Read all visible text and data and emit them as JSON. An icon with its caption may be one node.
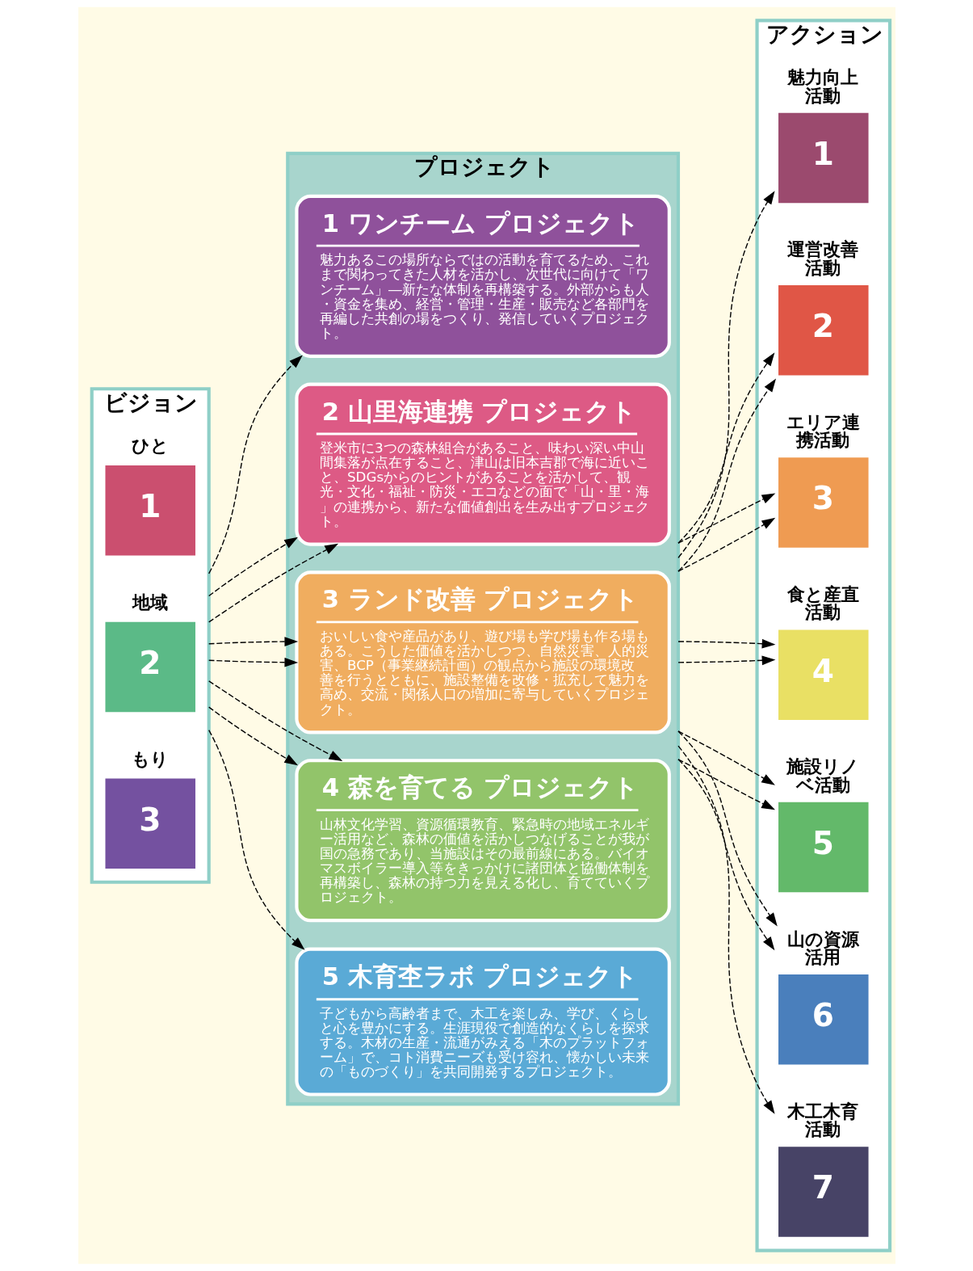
{
  "diagram": {
    "nodes": [
      {
        "text": [
          "ビジョン"
        ]
      },
      {
        "text": [
          "ひと",
          "1"
        ],
        "in": 0
      },
      {
        "text": [
          "地域",
          "2"
        ],
        "in": 0
      },
      {
        "text": [
          "もり",
          "3"
        ],
        "in": 0
      },
      {
        "text": [
          "プロジェクト"
        ]
      },
      {
        "text": [
          "1 ワンチーム プロジェクト",
          "魅力あるこの場所ならではの活動を育てるため、これまで関わってきた人材を活かし、次世代に向けて「ワンチーム」―新たな体制を再構築する。外部からも人・資金を集め、経営・管理・生産・販売など各部門を再編した共創の場をつくり、発信していくプロジェクト。"
        ],
        "in": 4
      },
      {
        "text": [
          "2 山里海連携 プロジェクト",
          "登米市に3つの森林組合があること、味わい深い中山間集落が点在すること、津山は旧本吉郡で海に近いこと、SDGsからのヒントがあることを活かして、観光・文化・福祉・防災・エコなどの面で「山・里・海」の連携から、新たな価値創出を生み出すプロジェクト。"
        ],
        "in": 4
      },
      {
        "text": [
          "3 ランド改善 プロジェクト",
          "おいしい食や産品があり、遊び場も学び場も作る場もある。こうした価値を活かしつつ、自然災害、人的災害、BCP（事業継続計画）の観点から施設の環境改善を行うとともに、施設整備を改修・拡充して魅力を高め、交流・関係人口の増加に寄与していくプロジェクト。"
        ],
        "in": 4
      },
      {
        "text": [
          "4 森を育てる プロジェクト",
          "山林文化学習、資源循環教育、緊急時の地域エネルギー活用など、森林の価値を活かしつなげることが我が国の急務であり、当施設はその最前線にある。バイオマスボイラー導入等をきっかけに諸団体と協働体制を再構築し、森林の持つ力を見える化し、育てていくプロジェクト。"
        ],
        "in": 4
      },
      {
        "text": [
          "5 木育杢ラボ プロジェクト",
          "子どもから高齢者まで、木工を楽しみ、学び、くらしと心を豊かにする。生涯現役で創造的なくらしを探求する。木材の生産・流通がみえる「木のプラットフォーム」で、コト消費ニーズも受け容れ、懐かしい未来の「ものづくり」を共同開発するプロジェクト。"
        ],
        "in": 4
      },
      {
        "text": [
          "アクション"
        ]
      },
      {
        "text": [
          "魅力向上活動",
          "1"
        ],
        "in": 10
      },
      {
        "text": [
          "運営改善活動",
          "2"
        ],
        "in": 10
      },
      {
        "text": [
          "エリア連携活動",
          "3"
        ],
        "in": 10
      },
      {
        "text": [
          "食と産直活動",
          "4"
        ],
        "in": 10
      },
      {
        "text": [
          "施設リノベ活動",
          "5"
        ],
        "in": 10
      },
      {
        "text": [
          "山の資源活用",
          "6"
        ],
        "in": 10
      },
      {
        "text": [
          "木工木育活動",
          "7"
        ],
        "in": 10
      }
    ],
    "edges": [
      {
        "from": 0,
        "to": 5,
        "arrow": "to",
        "style": "dashed"
      },
      {
        "from": 0,
        "to": 6,
        "arrow": "to",
        "style": "dashed"
      },
      {
        "from": 0,
        "to": 6,
        "arrow": "to",
        "style": "dashed"
      },
      {
        "from": 0,
        "to": 7,
        "arrow": "to",
        "style": "dashed"
      },
      {
        "from": 0,
        "to": 7,
        "arrow": "to",
        "style": "dashed"
      },
      {
        "from": 0,
        "to": 8,
        "arrow": "to",
        "style": "dashed"
      },
      {
        "from": 0,
        "to": 8,
        "arrow": "to",
        "style": "dashed"
      },
      {
        "from": 0,
        "to": 9,
        "arrow": "to",
        "style": "dashed"
      },
      {
        "from": 4,
        "to": 11,
        "arrow": "to",
        "style": "dashed"
      },
      {
        "from": 4,
        "to": 12,
        "arrow": "to",
        "style": "dashed"
      },
      {
        "from": 4,
        "to": 12,
        "arrow": "to",
        "style": "dashed"
      },
      {
        "from": 4,
        "to": 13,
        "arrow": "to",
        "style": "dashed"
      },
      {
        "from": 4,
        "to": 13,
        "arrow": "to",
        "style": "dashed"
      },
      {
        "from": 4,
        "to": 14,
        "arrow": "to",
        "style": "dashed"
      },
      {
        "from": 4,
        "to": 14,
        "arrow": "to",
        "style": "dashed"
      },
      {
        "from": 4,
        "to": 15,
        "arrow": "to",
        "style": "dashed"
      },
      {
        "from": 4,
        "to": 15,
        "arrow": "to",
        "style": "dashed"
      },
      {
        "from": 4,
        "to": 16,
        "arrow": "to",
        "style": "dashed"
      },
      {
        "from": 4,
        "to": 16,
        "arrow": "to",
        "style": "dashed"
      },
      {
        "from": 4,
        "to": 17,
        "arrow": "to",
        "style": "dashed"
      }
    ]
  }
}
